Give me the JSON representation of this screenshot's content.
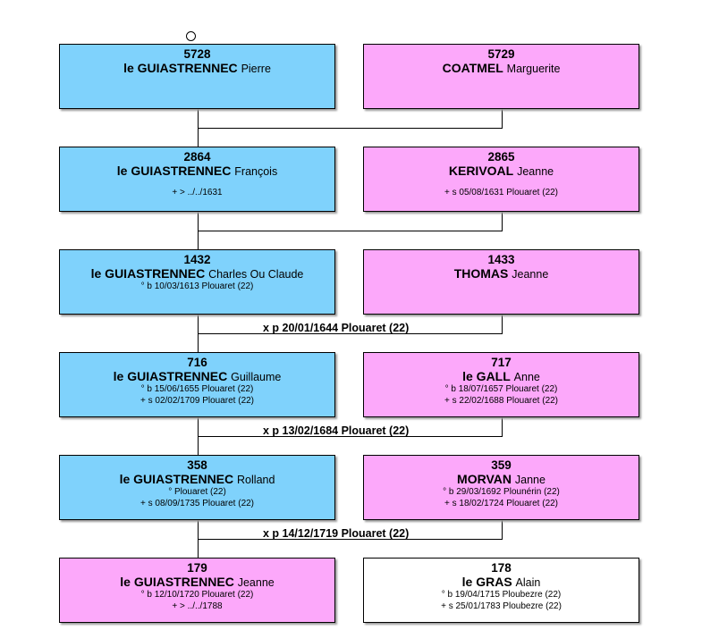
{
  "generations": [
    {
      "father": {
        "number": "5728",
        "surname": "le GUIASTRENNEC",
        "given": "Pierre",
        "details": []
      },
      "mother": {
        "number": "5729",
        "surname": "COATMEL",
        "given": "Marguerite",
        "details": []
      },
      "marriage": ""
    },
    {
      "father": {
        "number": "2864",
        "surname": "le GUIASTRENNEC",
        "given": "François",
        "details": [
          "+ > ../../1631"
        ]
      },
      "mother": {
        "number": "2865",
        "surname": "KERIVOAL",
        "given": "Jeanne",
        "details": [
          "+ s 05/08/1631 Plouaret (22)"
        ]
      },
      "marriage": ""
    },
    {
      "father": {
        "number": "1432",
        "surname": "le GUIASTRENNEC",
        "given": "Charles Ou Claude",
        "details": [
          "° b 10/03/1613 Plouaret (22)"
        ]
      },
      "mother": {
        "number": "1433",
        "surname": "THOMAS",
        "given": "Jeanne",
        "details": []
      },
      "marriage": "x p 20/01/1644 Plouaret (22)"
    },
    {
      "father": {
        "number": "716",
        "surname": "le GUIASTRENNEC",
        "given": "Guillaume",
        "details": [
          "° b 15/06/1655 Plouaret (22)",
          "+ s 02/02/1709 Plouaret (22)"
        ]
      },
      "mother": {
        "number": "717",
        "surname": "le GALL",
        "given": "Anne",
        "details": [
          "° b 18/07/1657 Plouaret (22)",
          "+ s 22/02/1688 Plouaret (22)"
        ]
      },
      "marriage": "x p 13/02/1684 Plouaret (22)"
    },
    {
      "father": {
        "number": "358",
        "surname": "le GUIASTRENNEC",
        "given": "Rolland",
        "details": [
          "° Plouaret (22)",
          "+ s 08/09/1735 Plouaret (22)"
        ]
      },
      "mother": {
        "number": "359",
        "surname": "MORVAN",
        "given": "Janne",
        "details": [
          "° b 29/03/1692 Plounérin (22)",
          "+ s 18/02/1724 Plouaret (22)"
        ]
      },
      "marriage": "x p 14/12/1719 Plouaret (22)"
    },
    {
      "father": {
        "number": "179",
        "surname": "le GUIASTRENNEC",
        "given": "Jeanne",
        "details": [
          "° b 12/10/1720 Plouaret (22)",
          "+ > ../../1788"
        ]
      },
      "mother": {
        "number": "178",
        "surname": "le GRAS",
        "given": "Alain",
        "details": [
          "° b 19/04/1715 Ploubezre (22)",
          "+ s 25/01/1783 Ploubezre (22)"
        ]
      },
      "marriage": ""
    }
  ],
  "colors": {
    "male": "#7fd2fc",
    "female": "#fca8fa",
    "plain": "#ffffff",
    "line": "#000000"
  }
}
